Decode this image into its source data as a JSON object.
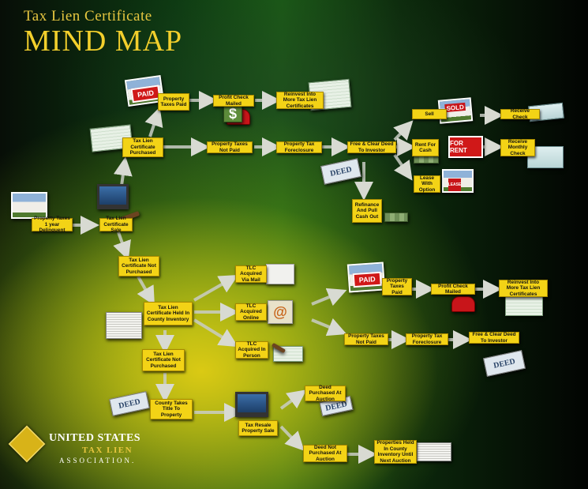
{
  "header": {
    "title_line1": "Tax Lien Certificate",
    "title_line2": "MIND MAP"
  },
  "logo": {
    "line1": "UNITED STATES",
    "line2": "TAX LIEN",
    "line3": "ASSOCIATION."
  },
  "images": {
    "paid_sign": "PAID",
    "sold_sign": "SOLD",
    "for_rent_sign": "FOR RENT",
    "lease_sign": "LEASE",
    "deed_label": "DEED",
    "dollar_sign": "$",
    "at_sign": "@"
  },
  "nodes": {
    "delinquent": "Property Taxes 1 year Delinquent",
    "tlc_sale": "Tax Lien Certificate Sale",
    "tlc_purchased": "Tax Lien Certificate Purchased",
    "taxes_paid_top": "Property Taxes Paid",
    "profit_check_top": "Profit Check Mailed",
    "reinvest_top": "Reinvest Into More Tax Lien Certificates",
    "taxes_not_paid_top": "Property Taxes Not Paid",
    "foreclosure_top": "Property Tax Foreclosure",
    "free_clear_top": "Free & Clear Deed To Investor",
    "sell": "Sell",
    "receive_check": "Receive Check",
    "rent_cash": "Rent For Cash",
    "receive_monthly": "Receive Monthly Check",
    "lease_option": "Lease With Option",
    "refinance": "Refinance And Pull Cash Out",
    "tlc_not_purchased": "Tax Lien Certificate Not Purchased",
    "held_inventory": "Tax Lien Certificate Held In County Inventory",
    "acq_mail": "TLC Acquired Via Mail",
    "acq_online": "TLC Acquired Online",
    "acq_person": "TLC Acquired In Person",
    "taxes_paid_mid": "Property Taxes Paid",
    "profit_check_mid": "Profit Check Mailed",
    "reinvest_mid": "Reinvest Into More Tax Lien Certificates",
    "taxes_not_paid_mid": "Property Taxes Not Paid",
    "foreclosure_mid": "Property Tax Foreclosure",
    "free_clear_mid": "Free & Clear Deed To Investor",
    "tlc_not_purchased_2": "Tax Lien Certificate Not Purchased",
    "county_takes": "County Takes Title To Property",
    "resale": "Tax Resale Property Sale",
    "deed_purchased": "Deed Purchased At Auction",
    "deed_not_purchased": "Deed Not Purchased At Auction",
    "held_until_next": "Properties Held In County Inventory Until Next Auction"
  }
}
